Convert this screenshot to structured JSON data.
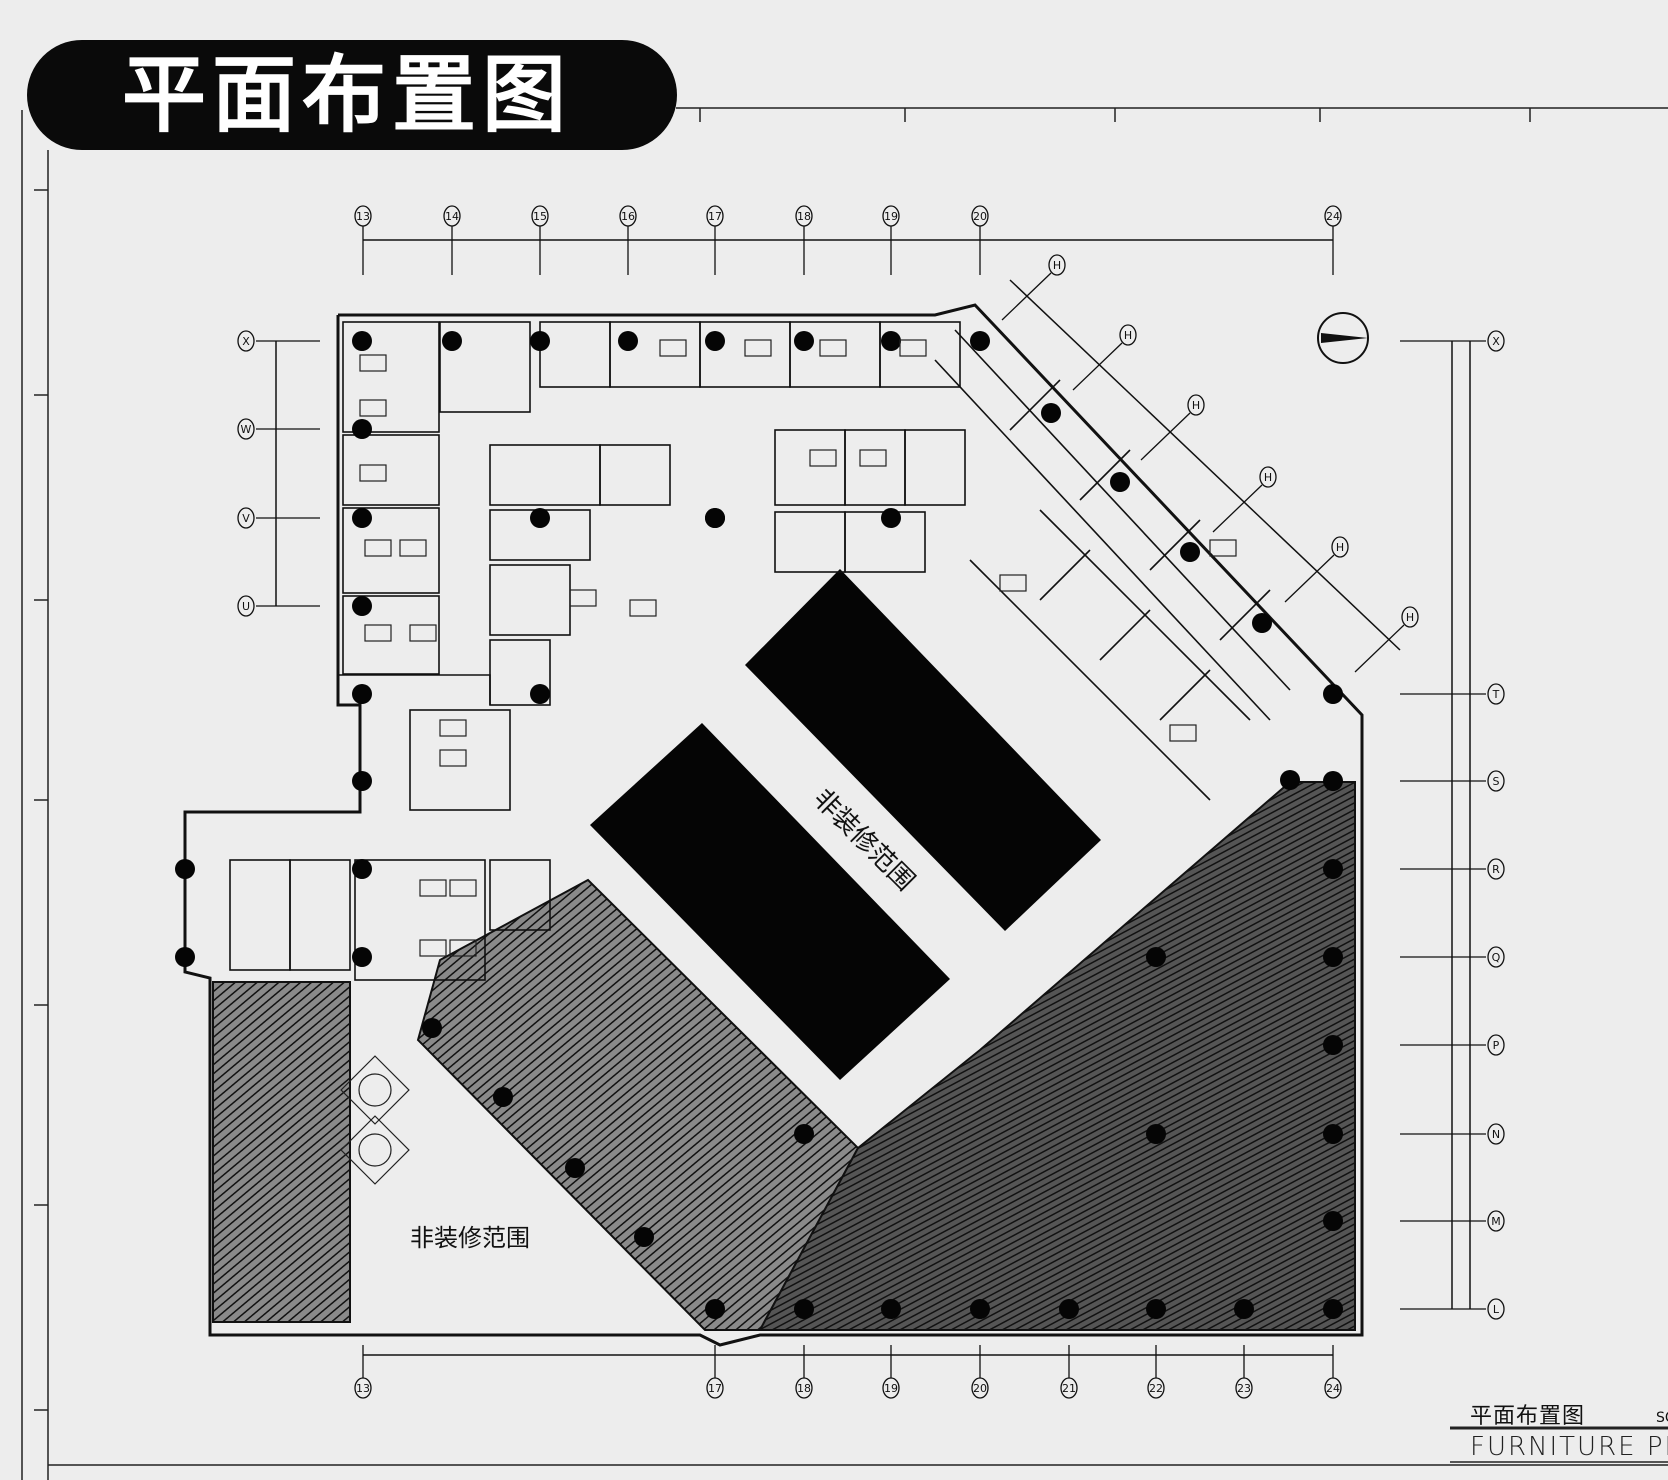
{
  "title": "平面布置图",
  "title_block": {
    "cn": "平面布置图",
    "en": "FURNITURE PLA",
    "scale_prefix": "SC"
  },
  "area_labels": {
    "center": "非装修范围",
    "lower_left": "非装修范围"
  },
  "grid_axes": {
    "top": [
      "13",
      "14",
      "15",
      "16",
      "17",
      "18",
      "19",
      "20",
      "24"
    ],
    "bottom": [
      "13",
      "17",
      "18",
      "19",
      "20",
      "21",
      "22",
      "23",
      "24"
    ],
    "right": [
      "X",
      "T",
      "S",
      "R",
      "Q",
      "P",
      "N",
      "M",
      "L"
    ],
    "left": [
      "X",
      "W",
      "V",
      "U"
    ],
    "diagonal": [
      "H",
      "H",
      "H",
      "H",
      "H",
      "H"
    ]
  },
  "colors": {
    "paper": "#ededed",
    "ink": "#111111",
    "hatch": "#3a3a3a"
  }
}
